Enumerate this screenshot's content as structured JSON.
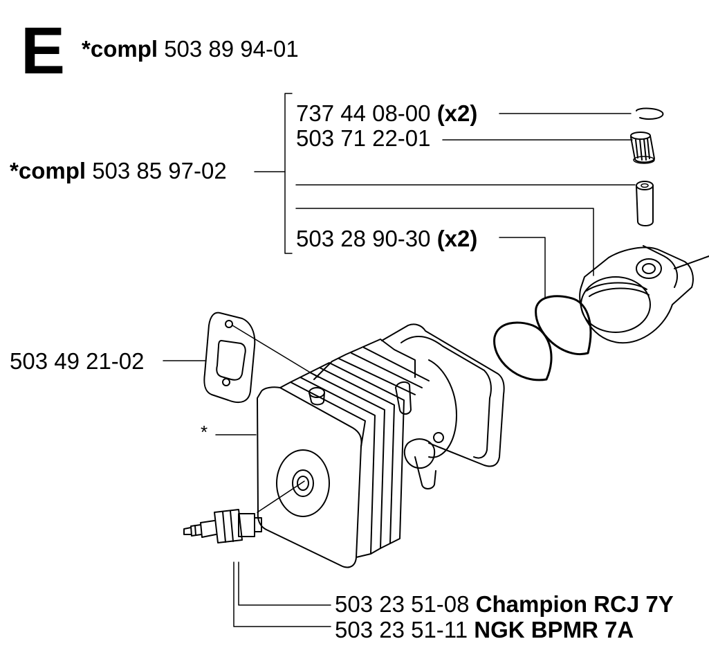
{
  "section": {
    "letter": "E"
  },
  "assemblies": {
    "cylinder": {
      "prefix": "*compl",
      "number": "503 89 94-01"
    },
    "piston": {
      "prefix": "*compl",
      "number": "503 85 97-02"
    }
  },
  "parts": {
    "circlip": {
      "number": "737 44 08-00",
      "qty": "(x2)"
    },
    "needle_bearing": {
      "number": "503 71 22-01"
    },
    "piston_ring": {
      "number": "503 28 90-30",
      "qty": "(x2)"
    },
    "gasket": {
      "number": "503 49 21-02"
    },
    "cylinder_marker": "*",
    "spark_plug_champion": {
      "number": "503 23 51-08",
      "brand": "Champion RCJ 7Y"
    },
    "spark_plug_ngk": {
      "number": "503 23 51-11",
      "brand": "NGK BPMR 7A"
    }
  }
}
